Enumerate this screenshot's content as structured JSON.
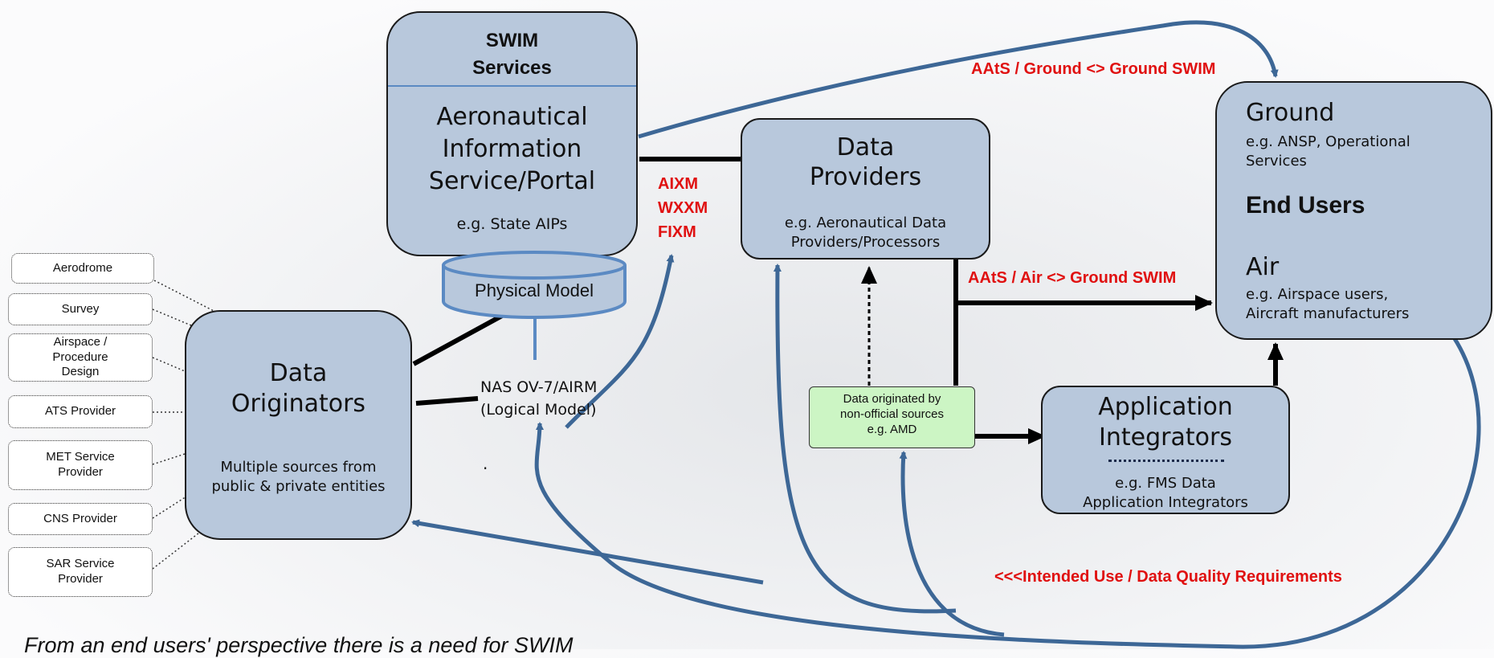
{
  "swim_box": {
    "header_line1": "SWIM",
    "header_line2": "Services",
    "title_line1": "Aeronautical",
    "title_line2": "Information",
    "title_line3": "Service/Portal",
    "example": "e.g. State AIPs"
  },
  "physical_model": "Physical Model",
  "data_providers": {
    "title_line1": "Data",
    "title_line2": "Providers",
    "example_line1": "e.g. Aeronautical Data",
    "example_line2": "Providers/Processors"
  },
  "end_users": {
    "ground_title": "Ground",
    "ground_example_line1": "e.g. ANSP, Operational",
    "ground_example_line2": "Services",
    "title": "End Users",
    "air_title": "Air",
    "air_example_line1": "e.g. Airspace users,",
    "air_example_line2": "Aircraft manufacturers"
  },
  "data_originators": {
    "title_line1": "Data",
    "title_line2": "Originators",
    "sub_line1": "Multiple sources from",
    "sub_line2": "public & private entities"
  },
  "application_integrators": {
    "title_line1": "Application",
    "title_line2": "Integrators",
    "example_line1": "e.g. FMS Data",
    "example_line2": "Application Integrators"
  },
  "non_official": {
    "line1": "Data originated by",
    "line2": "non-official sources",
    "line3": "e.g. AMD"
  },
  "logical_model": {
    "line1": "NAS OV-7/AIRM",
    "line2": "(Logical Model)",
    "dot": "."
  },
  "formats": [
    "AIXM",
    "WXXM",
    "FIXM"
  ],
  "labels": {
    "ground_swim": "AAtS / Ground <> Ground SWIM",
    "air_swim": "AAtS / Air <> Ground SWIM",
    "intended_use": "<<<Intended Use / Data Quality Requirements"
  },
  "sources": [
    "Aerodrome",
    "Survey",
    "Airspace / Procedure Design",
    "ATS Provider",
    "MET Service Provider",
    "CNS Provider",
    "SAR Service Provider"
  ],
  "caption": "From an end users' perspective there is a need for SWIM",
  "colors": {
    "box_fill": "#b8c8dc",
    "arrow_blue": "#3d6796",
    "label_red": "#e01010",
    "non_official_fill": "#ccf5c4"
  }
}
